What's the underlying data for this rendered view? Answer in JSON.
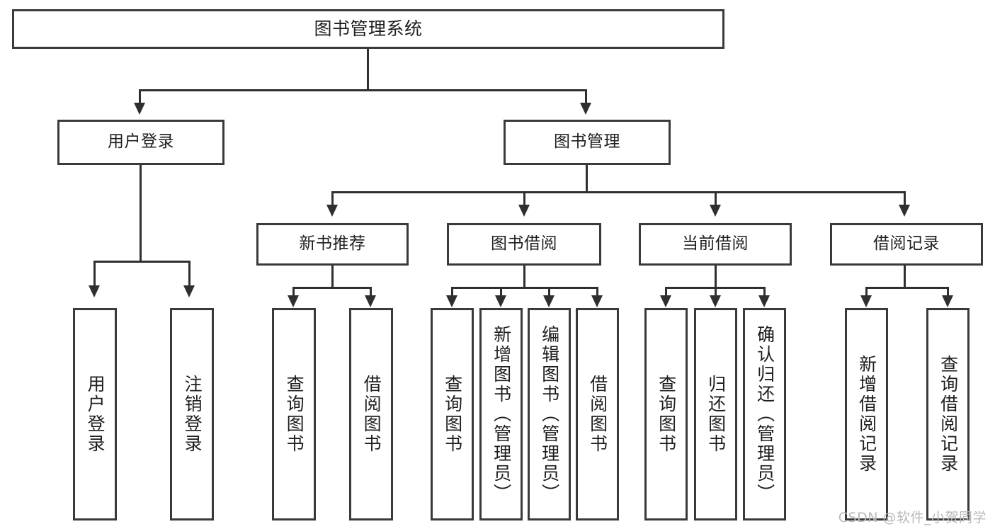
{
  "diagram": {
    "type": "tree",
    "title": "图书管理系统",
    "root": {
      "id": "root",
      "label": "图书管理系统"
    },
    "level1": [
      {
        "id": "user-login",
        "label": "用户登录"
      },
      {
        "id": "book-manage",
        "label": "图书管理"
      }
    ],
    "level2": [
      {
        "id": "new-book-recommend",
        "label": "新书推荐"
      },
      {
        "id": "book-borrow",
        "label": "图书借阅"
      },
      {
        "id": "current-borrow",
        "label": "当前借阅"
      },
      {
        "id": "borrow-record",
        "label": "借阅记录"
      }
    ],
    "leaves": [
      {
        "id": "leaf-user-login",
        "label": "用户登录",
        "parent": "用户登录"
      },
      {
        "id": "leaf-logout-login",
        "label": "注销登录",
        "parent": "用户登录"
      },
      {
        "id": "leaf-query-book-1",
        "label": "查询图书",
        "parent": "新书推荐"
      },
      {
        "id": "leaf-borrow-book-1",
        "label": "借阅图书",
        "parent": "新书推荐"
      },
      {
        "id": "leaf-query-book-2",
        "label": "查询图书",
        "parent": "图书借阅"
      },
      {
        "id": "leaf-add-book",
        "label": "新增图书（管理员）",
        "parent": "图书借阅"
      },
      {
        "id": "leaf-edit-book",
        "label": "编辑图书（管理员）",
        "parent": "图书借阅"
      },
      {
        "id": "leaf-borrow-book-2",
        "label": "借阅图书",
        "parent": "图书借阅"
      },
      {
        "id": "leaf-query-book-3",
        "label": "查询图书",
        "parent": "当前借阅"
      },
      {
        "id": "leaf-return-book",
        "label": "归还图书",
        "parent": "当前借阅"
      },
      {
        "id": "leaf-confirm-return",
        "label": "确认归还（管理员）",
        "parent": "当前借阅"
      },
      {
        "id": "leaf-add-record",
        "label": "新增借阅记录",
        "parent": "借阅记录"
      },
      {
        "id": "leaf-query-record",
        "label": "查询借阅记录",
        "parent": "借阅记录"
      }
    ],
    "colors": {
      "box_border": "#3a3a3a",
      "connector": "#2f2f2f",
      "background": "#ffffff",
      "text": "#1e1e1e",
      "watermark": "#b9b9b9"
    }
  },
  "watermark": {
    "text": "CSDN @软件_小贺同学"
  }
}
